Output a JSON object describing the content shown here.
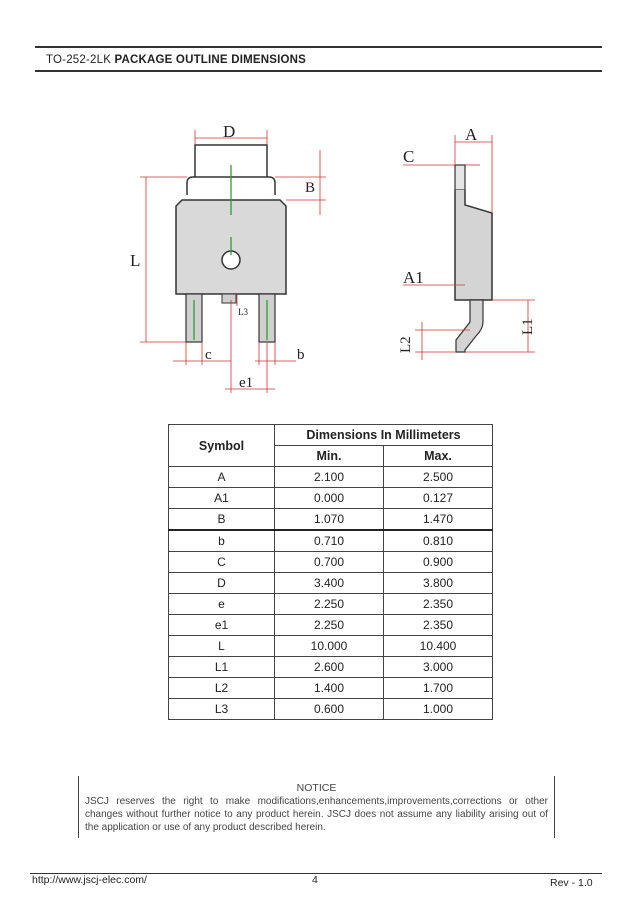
{
  "header": {
    "part": "TO-252-2LK",
    "title": "PACKAGE  OUTLINE  DIMENSIONS"
  },
  "drawing_labels": {
    "D": "D",
    "B": "B",
    "L": "L",
    "L3": "L3",
    "c": "c",
    "b": "b",
    "e1": "e1",
    "A": "A",
    "C": "C",
    "A1": "A1",
    "L1": "L1",
    "L2": "L2"
  },
  "table": {
    "symbol_header": "Symbol",
    "group_header": "Dimensions In Millimeters",
    "min_header": "Min.",
    "max_header": "Max.",
    "rows": [
      {
        "symbol": "A",
        "min": "2.100",
        "max": "2.500"
      },
      {
        "symbol": "A1",
        "min": "0.000",
        "max": "0.127"
      },
      {
        "symbol": "B",
        "min": "1.070",
        "max": "1.470"
      },
      {
        "symbol": "b",
        "min": "0.710",
        "max": "0.810"
      },
      {
        "symbol": "C",
        "min": "0.700",
        "max": "0.900"
      },
      {
        "symbol": "D",
        "min": "3.400",
        "max": "3.800"
      },
      {
        "symbol": "e",
        "min": "2.250",
        "max": "2.350"
      },
      {
        "symbol": "e1",
        "min": "2.250",
        "max": "2.350"
      },
      {
        "symbol": "L",
        "min": "10.000",
        "max": "10.400"
      },
      {
        "symbol": "L1",
        "min": "2.600",
        "max": "3.000"
      },
      {
        "symbol": "L2",
        "min": "1.400",
        "max": "1.700"
      },
      {
        "symbol": "L3",
        "min": "0.600",
        "max": "1.000"
      }
    ]
  },
  "notice": {
    "title": "NOTICE",
    "text": "JSCJ reserves the right to make modifications,enhancements,improvements,corrections or other changes without further notice to any product herein. JSCJ does not assume any liability arising out of the application or use of any product described herein."
  },
  "footer": {
    "url": "http://www.jscj-elec.com/",
    "page": "4",
    "rev": "Rev - 1.0"
  }
}
